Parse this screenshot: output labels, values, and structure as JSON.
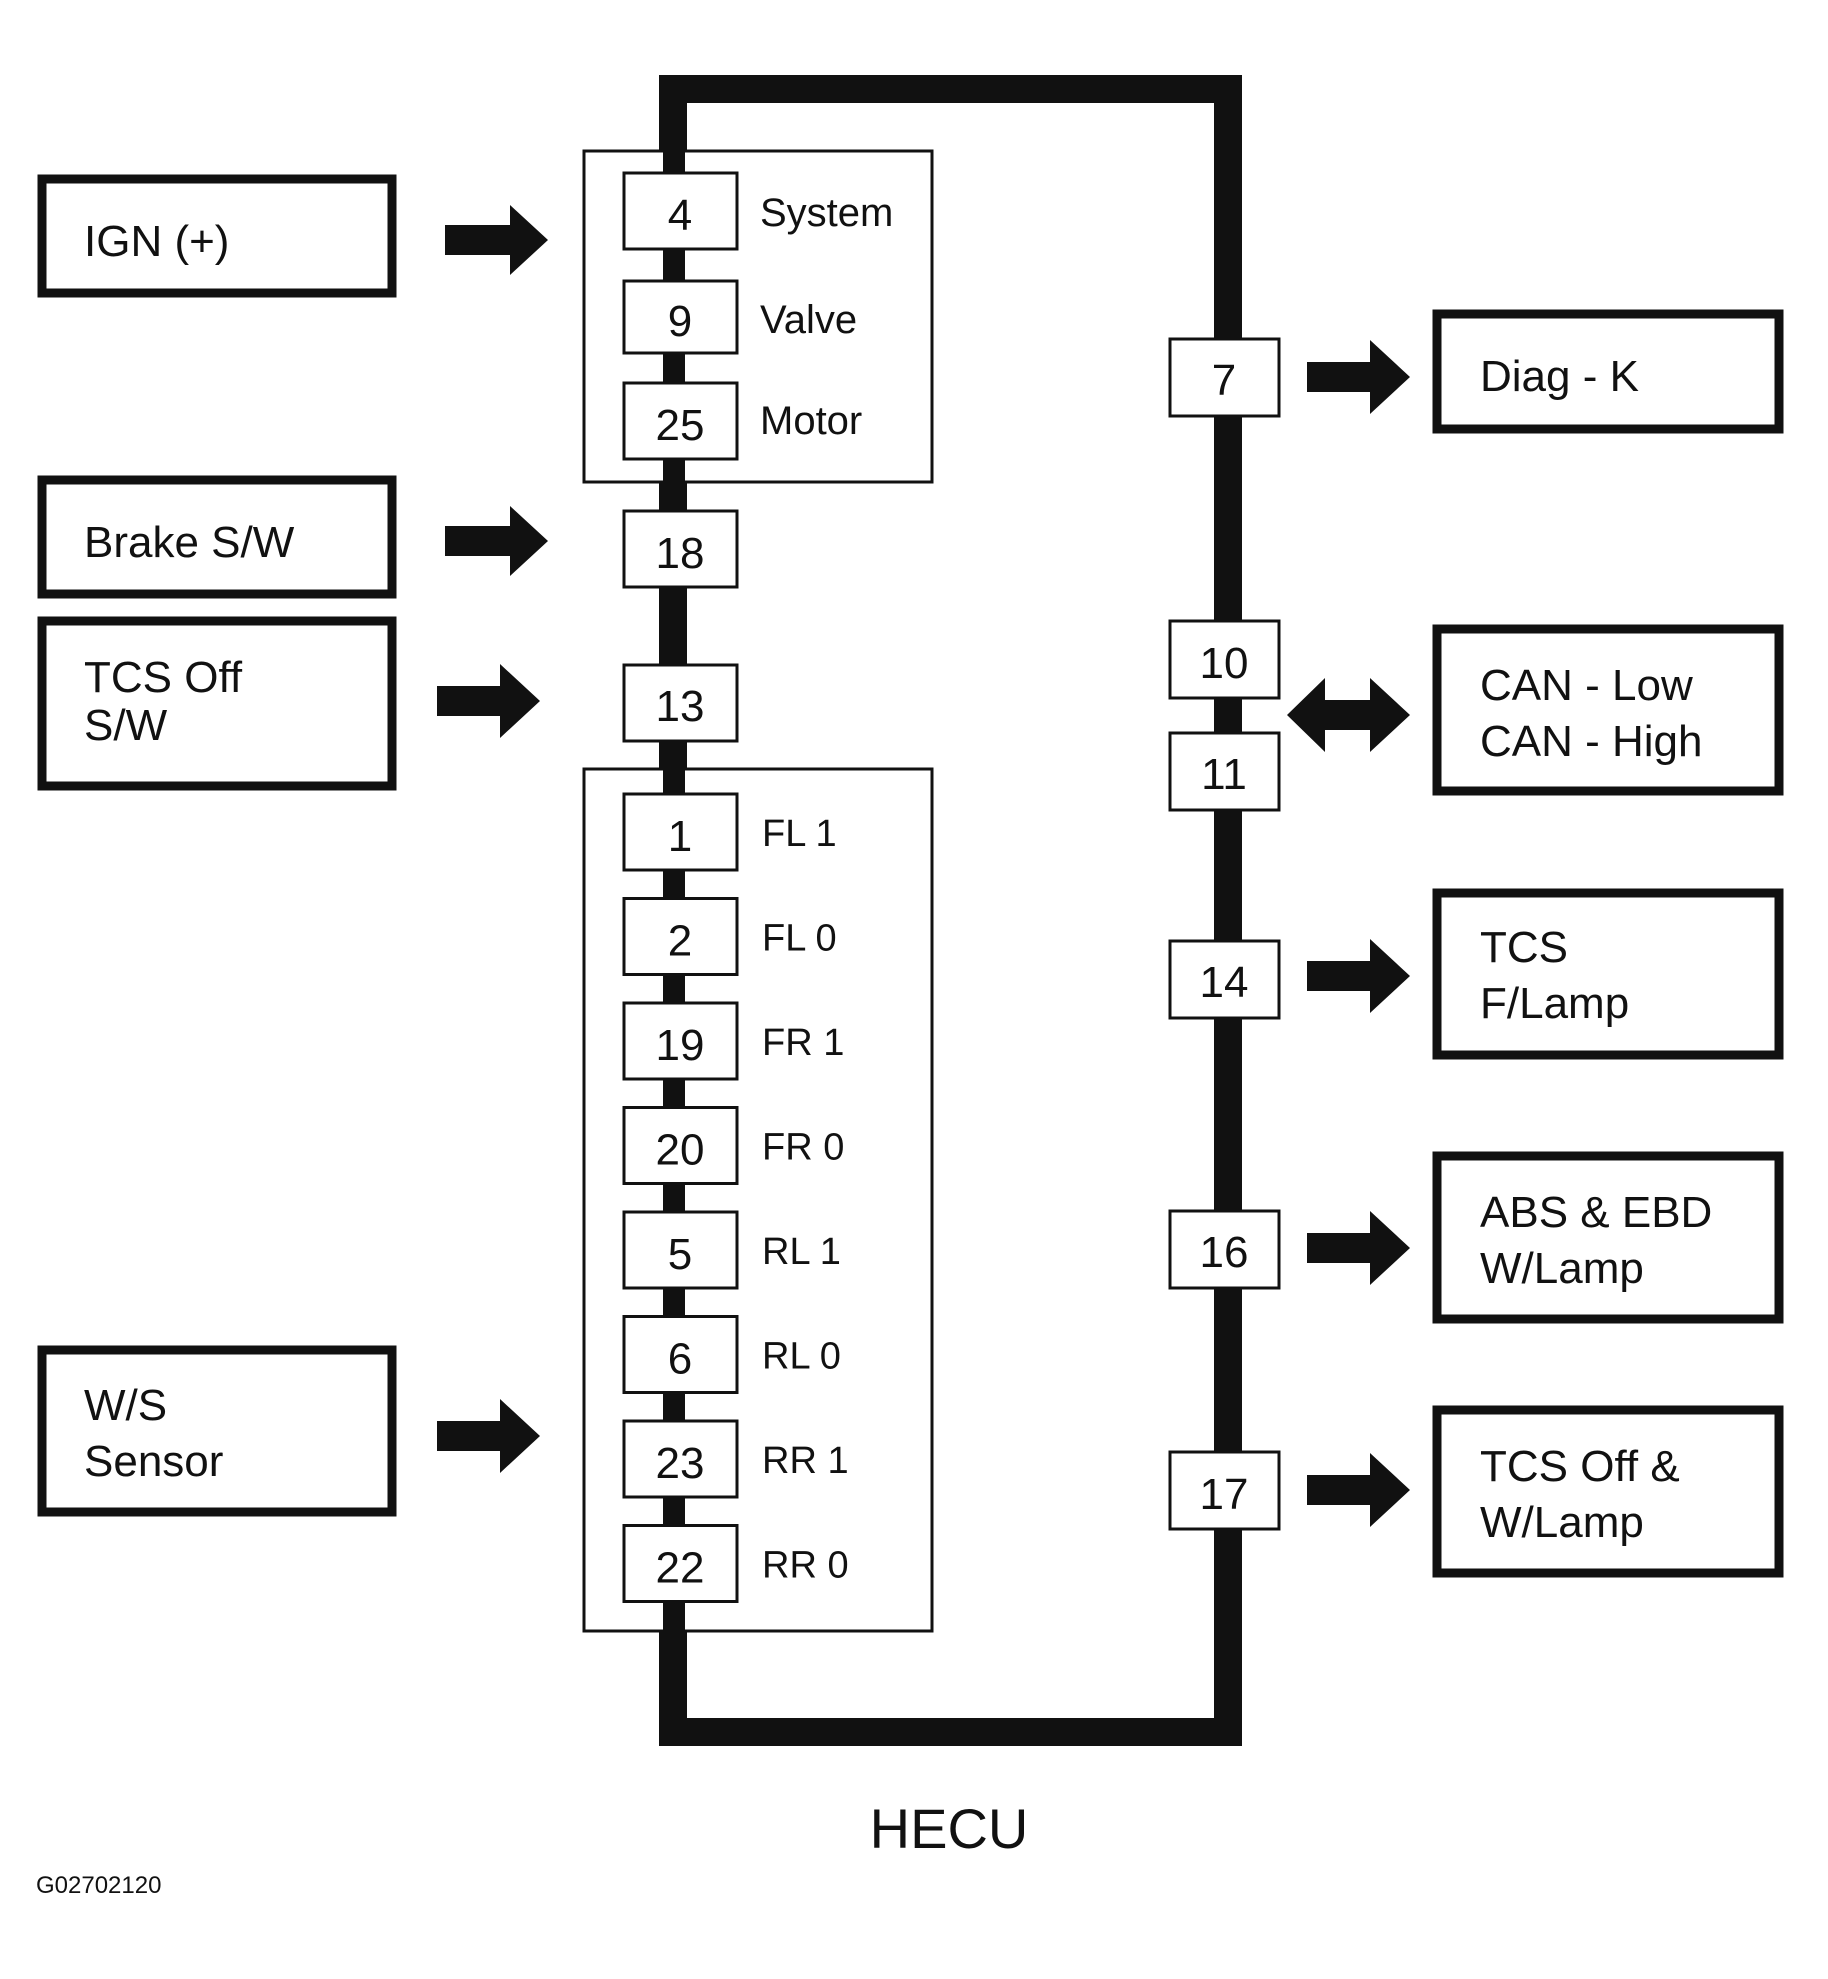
{
  "title": "HECU",
  "figure_code": "G02702120",
  "inputs": [
    {
      "lines": [
        "IGN (+)"
      ]
    },
    {
      "lines": [
        "Brake S/W"
      ]
    },
    {
      "lines": [
        "TCS Off",
        "S/W"
      ]
    },
    {
      "lines": [
        "W/S",
        "Sensor"
      ]
    }
  ],
  "outputs": [
    {
      "lines": [
        "Diag - K"
      ]
    },
    {
      "lines": [
        "CAN - Low",
        "CAN - High"
      ]
    },
    {
      "lines": [
        "TCS",
        "F/Lamp"
      ]
    },
    {
      "lines": [
        "ABS & EBD",
        "W/Lamp"
      ]
    },
    {
      "lines": [
        "TCS Off &",
        "W/Lamp"
      ]
    }
  ],
  "power_group": [
    {
      "pin": "4",
      "label": "System"
    },
    {
      "pin": "9",
      "label": "Valve"
    },
    {
      "pin": "25",
      "label": "Motor"
    }
  ],
  "brake_pin": "18",
  "tcs_pin": "13",
  "sensor_group": [
    {
      "pin": "1",
      "label": "FL 1"
    },
    {
      "pin": "2",
      "label": "FL 0"
    },
    {
      "pin": "19",
      "label": "FR 1"
    },
    {
      "pin": "20",
      "label": "FR 0"
    },
    {
      "pin": "5",
      "label": "RL 1"
    },
    {
      "pin": "6",
      "label": "RL 0"
    },
    {
      "pin": "23",
      "label": "RR 1"
    },
    {
      "pin": "22",
      "label": "RR 0"
    }
  ],
  "right_pins": {
    "diag": "7",
    "can_low": "10",
    "can_high": "11",
    "tcs_lamp": "14",
    "abs_lamp": "16",
    "tcs_off_lamp": "17"
  }
}
